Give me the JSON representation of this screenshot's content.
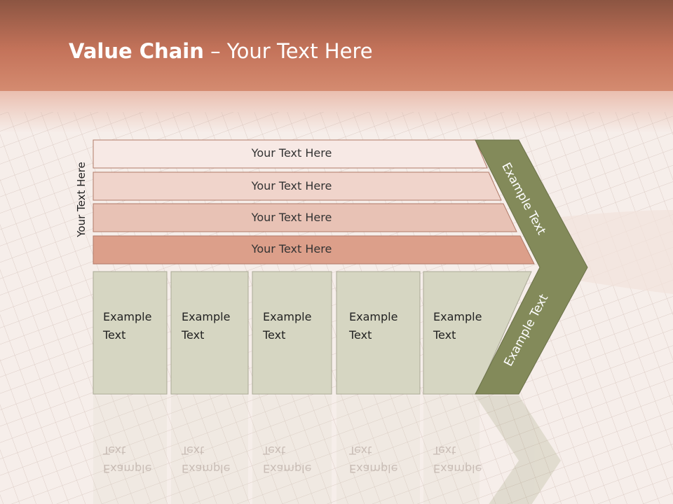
{
  "title": {
    "bold": "Value Chain",
    "rest": " – Your Text Here"
  },
  "vertical_label": "Your Text Here",
  "rows": [
    "Your Text Here",
    "Your Text Here",
    "Your Text Here",
    "Your Text Here"
  ],
  "row_colors": [
    "#f7e9e5",
    "#f0d4cb",
    "#e8c2b5",
    "#dc9f8a"
  ],
  "boxes": [
    {
      "line1": "Example",
      "line2": "Text"
    },
    {
      "line1": "Example",
      "line2": "Text"
    },
    {
      "line1": "Example",
      "line2": "Text"
    },
    {
      "line1": "Example",
      "line2": "Text"
    },
    {
      "line1": "Example",
      "line2": "Text"
    }
  ],
  "box_color": "#d6d6c2",
  "chevron_color": "#838a5a",
  "chevron_upper_text": "Example Text",
  "chevron_lower_text": "Example Text",
  "header_color": "#c4735a"
}
